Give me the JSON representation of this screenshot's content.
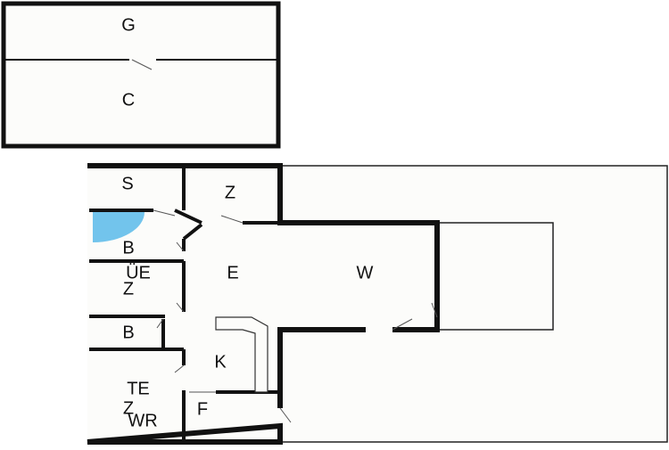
{
  "colors": {
    "wall": "#111111",
    "floor": "#fcfcfa",
    "thin_line": "#222222",
    "accent": "#72c4ec"
  },
  "rooms": {
    "g": "G",
    "c": "C",
    "s": "S",
    "z_top": "Z",
    "b_upper": "B",
    "ue": "ÜE",
    "z_small": "Z",
    "e": "E",
    "w": "W",
    "b_lower": "B",
    "k": "K",
    "te": "TE",
    "z_bottom": "Z",
    "wr": "WR",
    "f": "F"
  }
}
